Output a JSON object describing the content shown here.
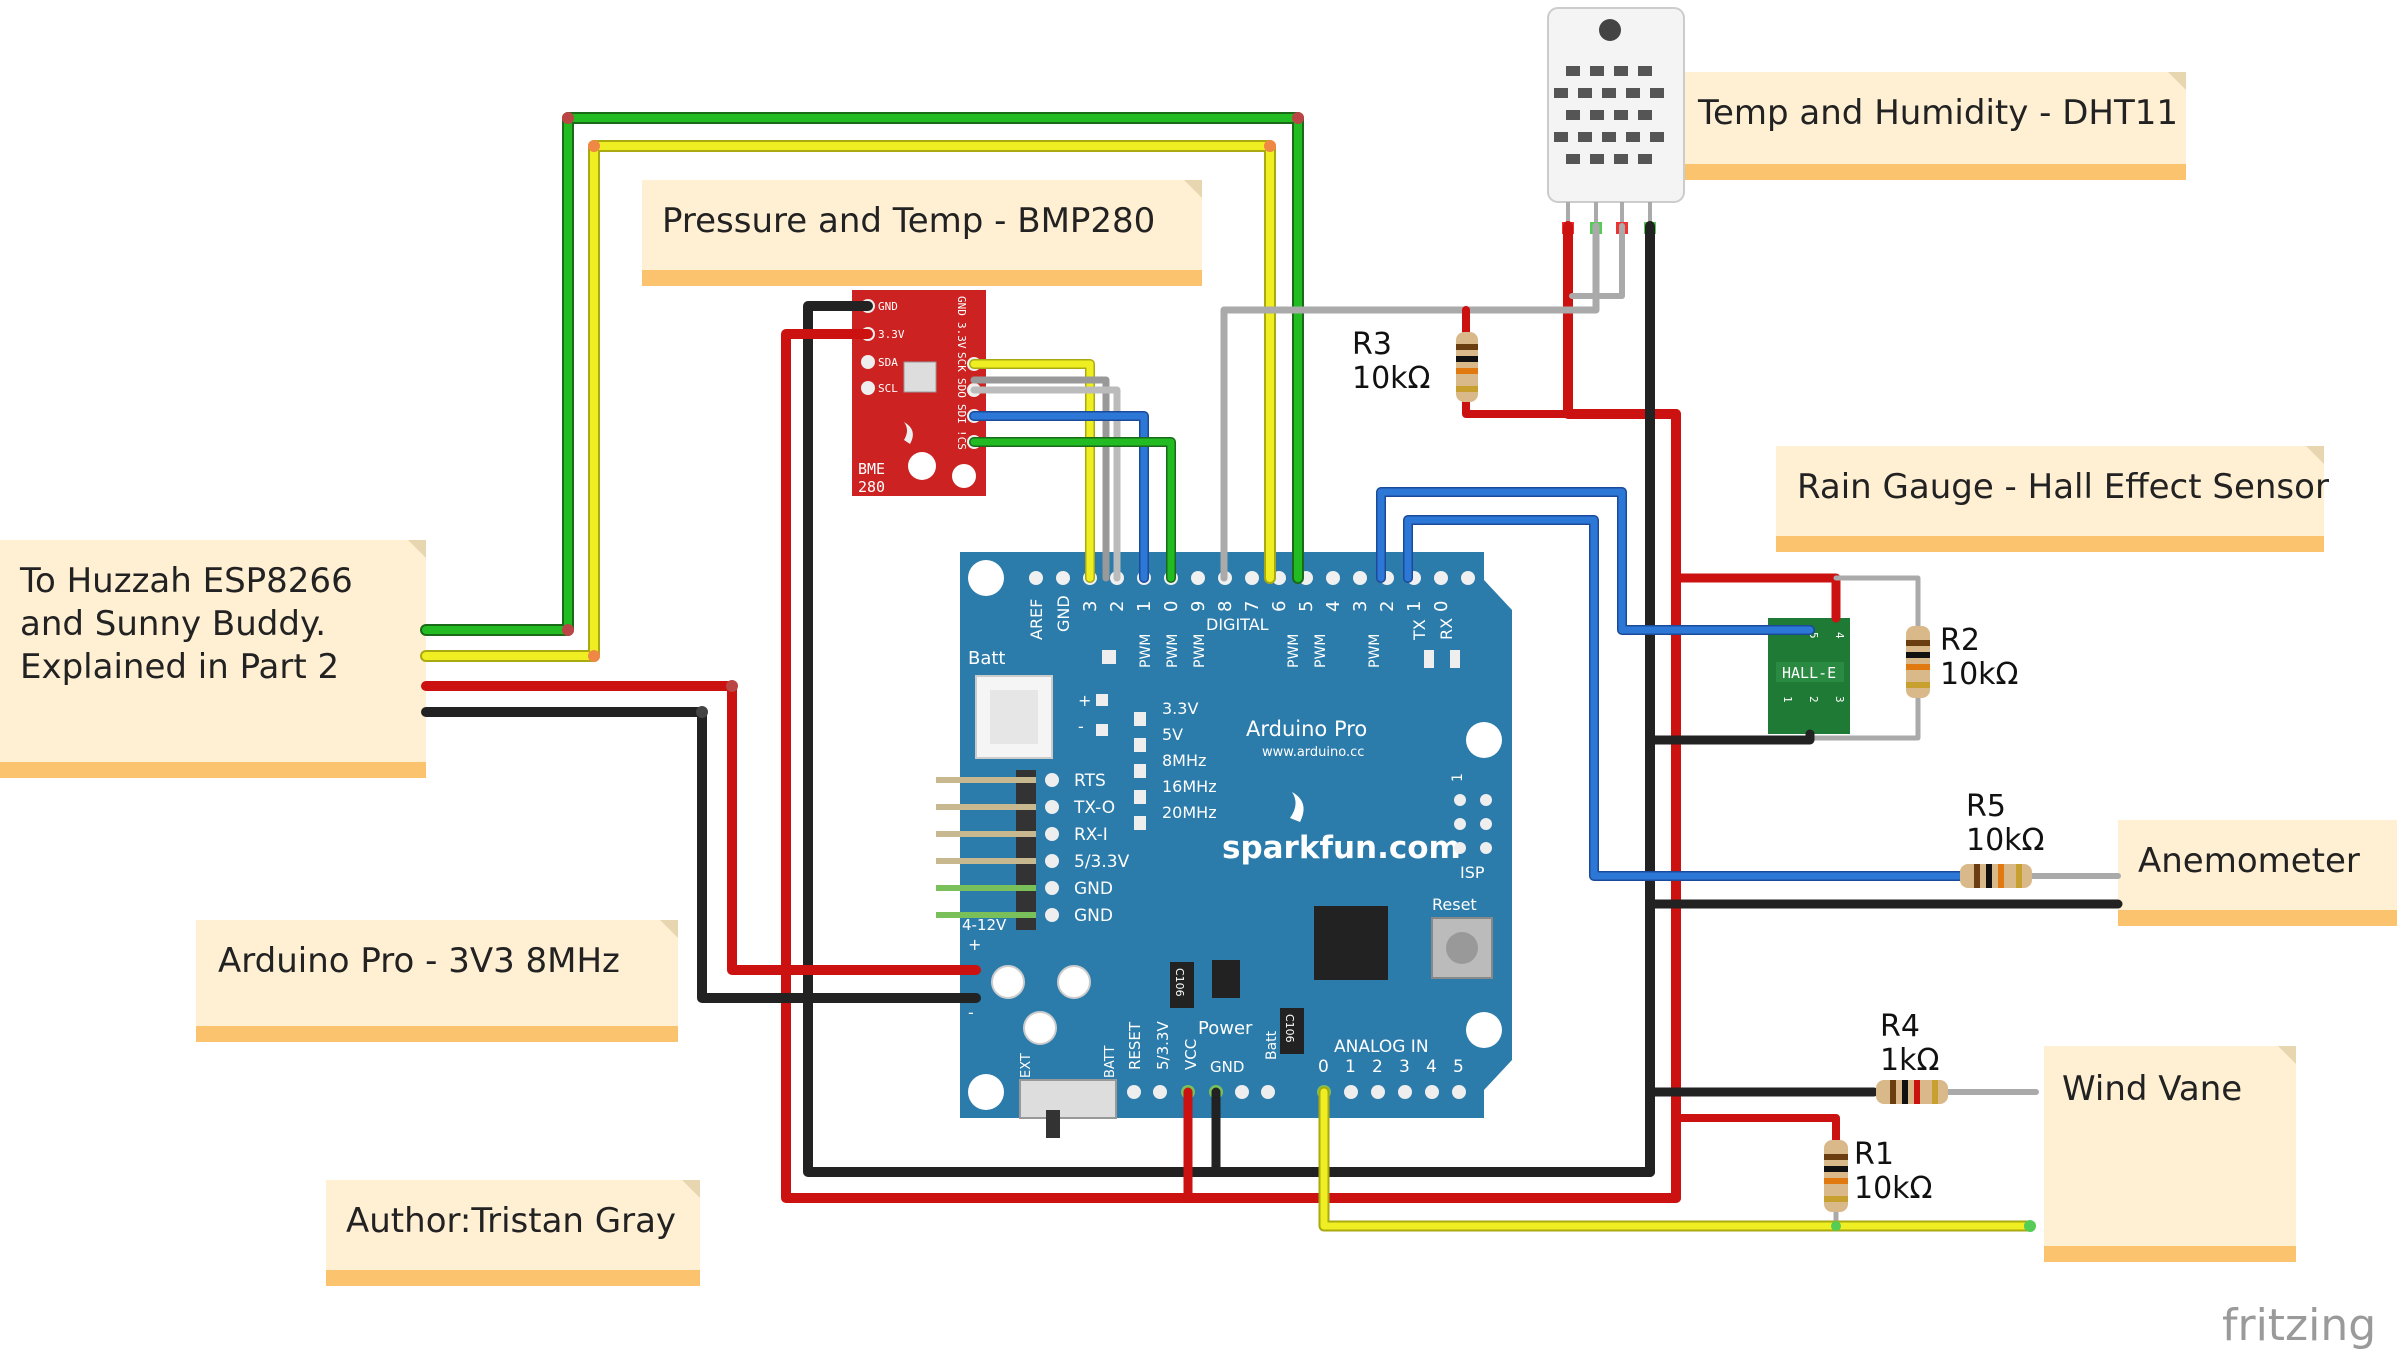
{
  "notes": {
    "dht11": "Temp and Humidity - DHT11",
    "bmp280": "Pressure and Temp - BMP280",
    "rain": "Rain Gauge - Hall Effect Sensor",
    "anemometer": "Anemometer",
    "windvane": "Wind Vane",
    "huzzah_1": "To Huzzah ESP8266",
    "huzzah_2": "and Sunny Buddy.",
    "huzzah_3": "Explained in Part 2",
    "arduino": "Arduino Pro - 3V3  8MHz",
    "author": "Author:Tristan Gray"
  },
  "resistors": {
    "r1": {
      "name": "R1",
      "value": "10kΩ"
    },
    "r2": {
      "name": "R2",
      "value": "10kΩ"
    },
    "r3": {
      "name": "R3",
      "value": "10kΩ"
    },
    "r4": {
      "name": "R4",
      "value": "1kΩ"
    },
    "r5": {
      "name": "R5",
      "value": "10kΩ"
    }
  },
  "bme": {
    "pins_left": [
      "GND",
      "3.3V",
      "SDA",
      "SCL"
    ],
    "pins_right": [
      "GND",
      "3.3V",
      "SCK",
      "SDO",
      "SDI",
      "!CS"
    ],
    "name_1": "BME",
    "name_2": "280"
  },
  "arduino_board": {
    "digital_numbers": [
      "3",
      "2",
      "1",
      "0",
      "9",
      "8",
      "7",
      "6",
      "5",
      "4",
      "3",
      "2",
      "1",
      "0"
    ],
    "digital_label": "DIGITAL",
    "aref": "AREF",
    "gnd": "GND",
    "pwm": "PWM",
    "tx": "TX",
    "rx": "RX",
    "batt": "Batt",
    "options": [
      "3.3V",
      "5V",
      "8MHz",
      "16MHz",
      "20MHz"
    ],
    "ftdi": [
      "RTS",
      "TX-O",
      "RX-I",
      "5/3.3V",
      "GND",
      "GND"
    ],
    "name": "Arduino Pro",
    "url": "www.arduino.cc",
    "brand": "sparkfun.com",
    "isp": "ISP",
    "reset": "Reset",
    "power": "Power",
    "range": "4-12V",
    "analog_in": "ANALOG IN",
    "analog_numbers": [
      "0",
      "1",
      "2",
      "3",
      "4",
      "5"
    ],
    "bottom_pins": [
      "RESET",
      "5/3.3V",
      "VCC",
      "GND"
    ],
    "batt_small": "Batt",
    "ext": "EXT",
    "batt2": "BATT",
    "cap1": "C106",
    "cap2": "C106",
    "plus": "+",
    "minus": "-",
    "one": "1"
  },
  "hall": {
    "label": "HALL-E",
    "pins": [
      "5",
      "4",
      "1",
      "2",
      "3"
    ]
  },
  "watermark": "fritzing",
  "colors": {
    "red": "#cc1111",
    "black": "#222222",
    "green": "#22aa22",
    "yellow": "#eeee22",
    "blue": "#2266cc",
    "grey": "#aaaaaa",
    "board": "#2b7bab",
    "bme": "#cc2222",
    "note": "#fff0d4",
    "note_bar": "#fbc36e"
  }
}
